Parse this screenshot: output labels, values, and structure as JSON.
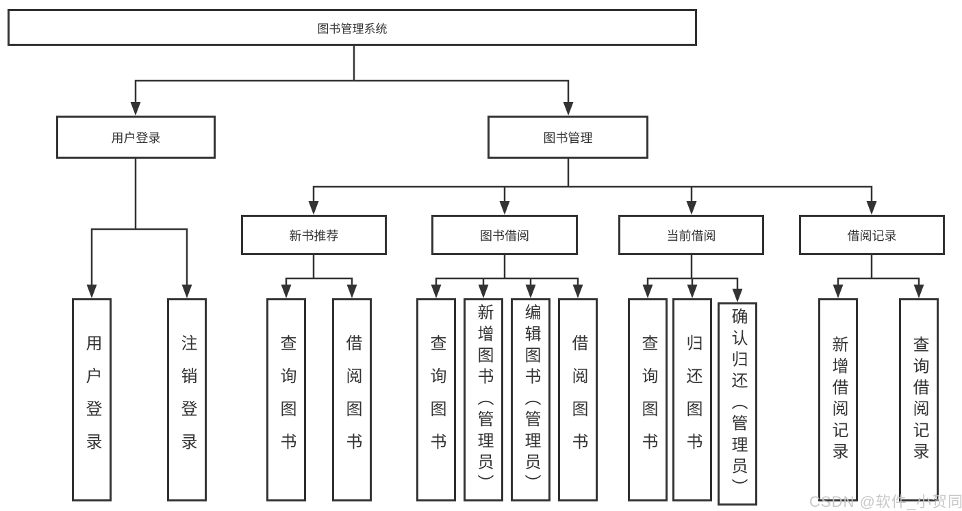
{
  "tree": {
    "root": {
      "label": "图书管理系统"
    },
    "branches": [
      {
        "label": "用户登录",
        "children": [
          {
            "label": "用户登录"
          },
          {
            "label": "注销登录"
          }
        ]
      },
      {
        "label": "图书管理",
        "children": [
          {
            "label": "新书推荐",
            "children": [
              {
                "label": "查询图书"
              },
              {
                "label": "借阅图书"
              }
            ]
          },
          {
            "label": "图书借阅",
            "children": [
              {
                "label": "查询图书"
              },
              {
                "label": "新增图书（管理员）"
              },
              {
                "label": "编辑图书（管理员）"
              },
              {
                "label": "借阅图书"
              }
            ]
          },
          {
            "label": "当前借阅",
            "children": [
              {
                "label": "查询图书"
              },
              {
                "label": "归还图书"
              },
              {
                "label": "确认归还（管理员）"
              }
            ]
          },
          {
            "label": "借阅记录",
            "children": [
              {
                "label": "新增借阅记录"
              },
              {
                "label": "查询借阅记录"
              }
            ]
          }
        ]
      }
    ]
  },
  "watermark": {
    "text": "CSDN @软件_小贺同学"
  },
  "colors": {
    "line": "#333333",
    "box_border": "#333333",
    "box_background": "#ffffff",
    "text": "#333333",
    "watermark": "#c5c5c5"
  }
}
